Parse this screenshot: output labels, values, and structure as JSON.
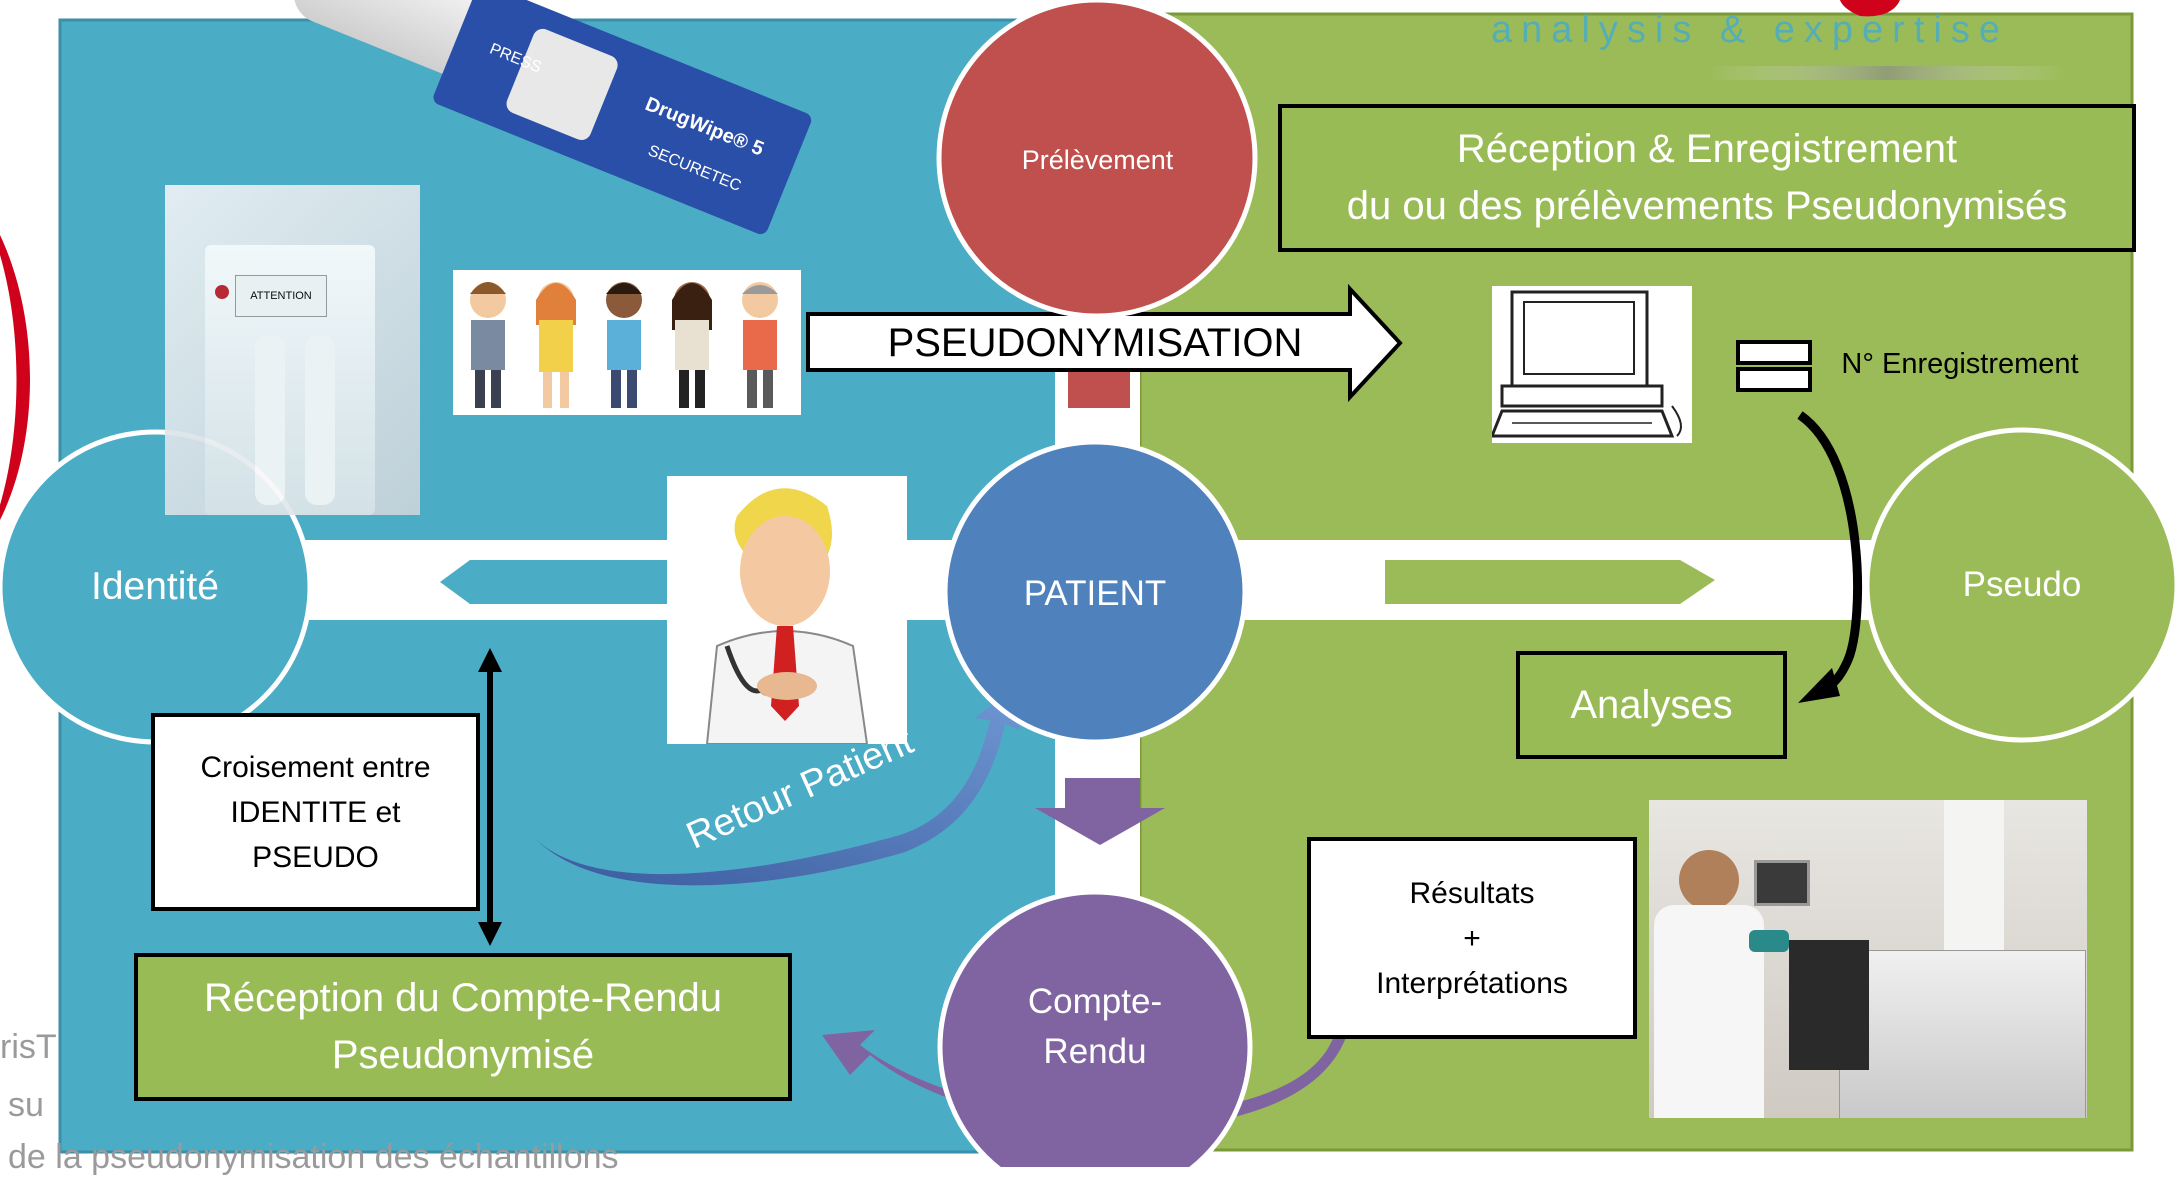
{
  "logo": {
    "tagline": "analysis & expertise"
  },
  "nodes": {
    "prelevement": "Prélèvement",
    "patient": "PATIENT",
    "identite": "Identité",
    "pseudo": "Pseudo",
    "compte_rendu": "Compte-\nRendu"
  },
  "boxes": {
    "reception_enregistrement": "Réception & Enregistrement\ndu ou des prélèvements Pseudonymisés",
    "analyses": "Analyses",
    "resultats": "Résultats\n+\nInterprétations",
    "croisement": "Croisement entre\nIDENTITE et\nPSEUDO",
    "reception_compte_rendu": "Réception du Compte-Rendu\nPseudonymisé"
  },
  "labels": {
    "pseudonymisation": "PSEUDONYMISATION",
    "n_enregistrement": "N° Enregistrement",
    "retour_patient": "Retour Patient"
  },
  "kit": {
    "brand": "DrugWipe® 5",
    "maker": "SECURETEC",
    "press": "PRESS",
    "attention": "ATTENTION"
  },
  "footer": {
    "line1": "risT",
    "line2": "su",
    "line3": "de la pseudonymisation des échantillons"
  },
  "colors": {
    "blue_panel": "#4bacc6",
    "green_panel": "#9bbb59",
    "red_node": "#c0504d",
    "blue_node": "#4f81bd",
    "purple_node": "#8064a2",
    "teal_node": "#4bacc6"
  }
}
